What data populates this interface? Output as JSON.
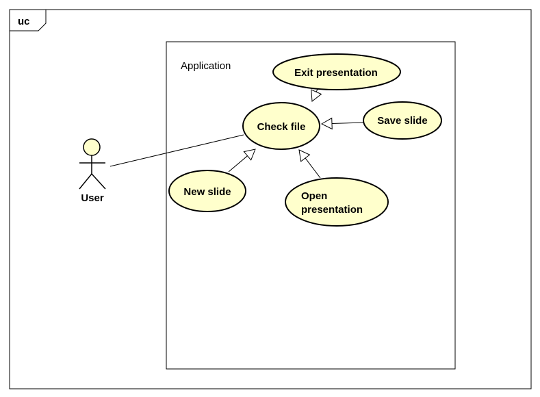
{
  "diagram": {
    "frame_label": "uc",
    "system_name": "Application",
    "actor": {
      "name": "User"
    },
    "use_cases": [
      {
        "id": "exit",
        "lines": [
          "Exit presentation"
        ]
      },
      {
        "id": "check",
        "lines": [
          "Check file"
        ]
      },
      {
        "id": "save",
        "lines": [
          "Save slide"
        ]
      },
      {
        "id": "new",
        "lines": [
          "New slide"
        ]
      },
      {
        "id": "open",
        "lines": [
          "Open",
          "presentation"
        ]
      }
    ],
    "relationships": [
      {
        "type": "association",
        "from": "actor",
        "to": "check"
      },
      {
        "type": "generalization",
        "from": "exit",
        "to": "check"
      },
      {
        "type": "generalization",
        "from": "save",
        "to": "check"
      },
      {
        "type": "generalization",
        "from": "new",
        "to": "check"
      },
      {
        "type": "generalization",
        "from": "open",
        "to": "check"
      }
    ],
    "colors": {
      "use_case_fill": "#FFFFCC",
      "use_case_stroke": "#000000",
      "actor_fill": "#FFFFCC",
      "line": "#000000",
      "background": "#FFFFFF"
    }
  }
}
